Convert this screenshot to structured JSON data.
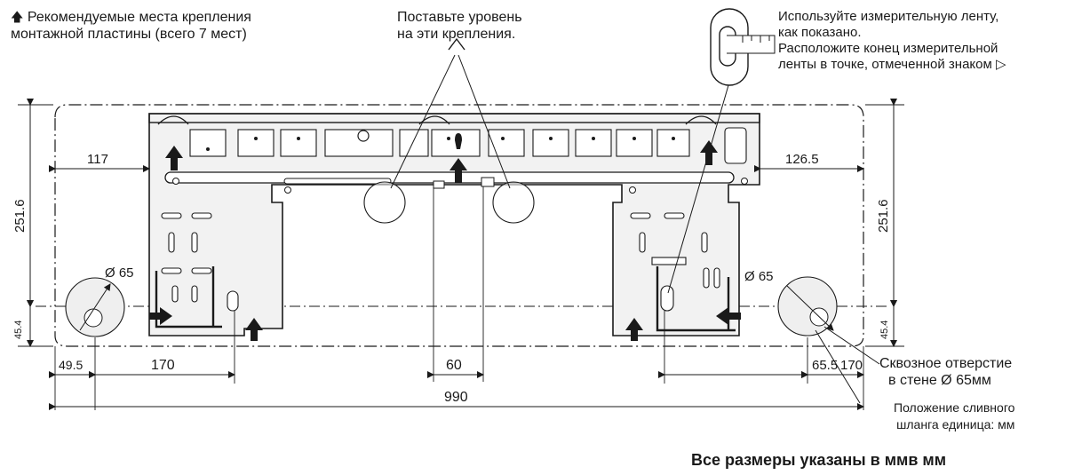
{
  "notes": {
    "recommended_line1": "Рекомендуемые места крепления",
    "recommended_line2": "монтажной пластины (всего 7 мест)",
    "level_line1": "Поставьте уровень",
    "level_line2": "на эти крепления.",
    "tape_line1": "Используйте измерительную ленту,",
    "tape_line2": "как показано.",
    "tape_line3": "Расположите конец измерительной",
    "tape_line4": "ленты в точке, отмеченной знаком",
    "hole_line1": "Сквозное отверстие",
    "hole_line2": "в стене Ø 65мм",
    "drain_line1": "Положение сливного",
    "drain_line2": "шланга единица: мм"
  },
  "dimensions": {
    "left_offset": "117",
    "right_offset": "126.5",
    "height_left": "251.6",
    "height_right": "251.6",
    "hole_dia_left": "Ø 65",
    "hole_dia_right": "Ø 65",
    "bottom_left_small": "45.4",
    "bottom_right_small": "45.4",
    "bottom_left_edge": "49.5",
    "bottom_left_span": "170",
    "center_span": "60",
    "bottom_right_edge": "65.5",
    "bottom_right_span": "170",
    "total_width": "990"
  },
  "footer": "Все размеры указаны в ммв мм",
  "colors": {
    "ink": "#1a1a1a",
    "plate": "#f2f2f2",
    "hole": "#efefef"
  }
}
